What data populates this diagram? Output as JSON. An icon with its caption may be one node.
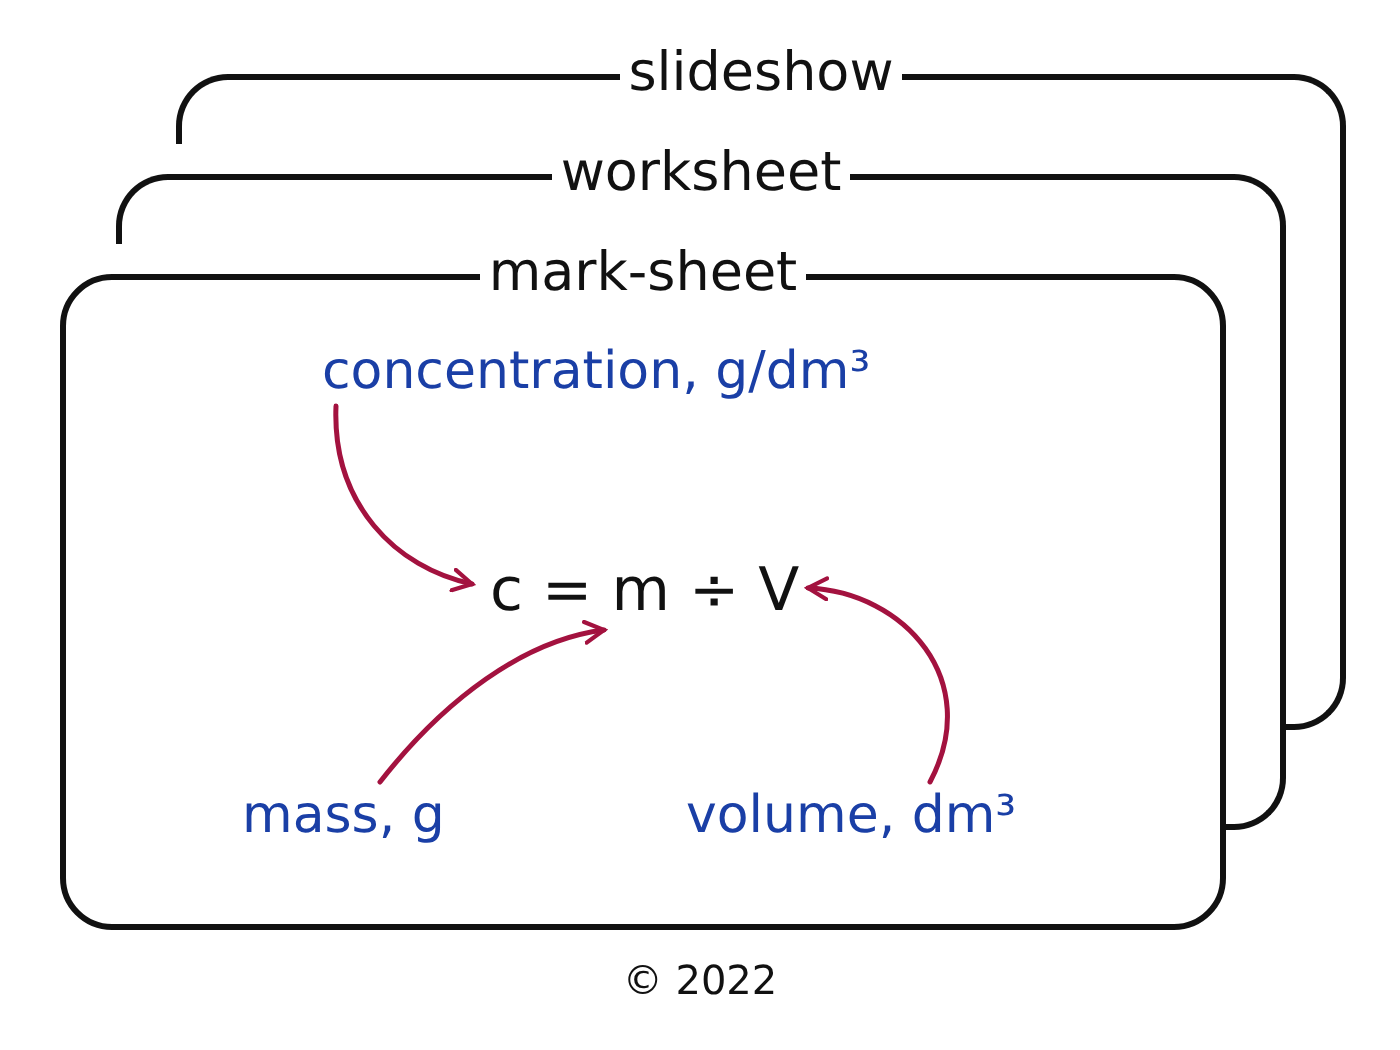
{
  "diagram": {
    "nodes": [
      {
        "text": [
          "slideshow"
        ]
      },
      {
        "text": [
          "worksheet"
        ]
      },
      {
        "text": [
          "mark-sheet"
        ]
      },
      {
        "text": [
          "concentration, g/dm³"
        ],
        "in": 2
      },
      {
        "text": [
          "c = m ÷ V"
        ],
        "in": 2
      },
      {
        "text": [
          "mass, g"
        ],
        "in": 2
      },
      {
        "text": [
          "volume, dm³"
        ],
        "in": 2
      }
    ],
    "edges": [
      {
        "from": 3,
        "to": 4,
        "arrow": "to"
      },
      {
        "from": 5,
        "to": 4,
        "arrow": "to"
      },
      {
        "from": 6,
        "to": 4,
        "arrow": "to"
      }
    ],
    "labels": [
      "© 2022"
    ]
  }
}
